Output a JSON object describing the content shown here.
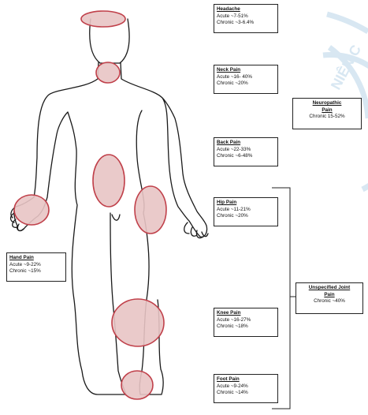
{
  "colors": {
    "outline": "#1a1a1a",
    "pain_fill": "#e8c4c4",
    "pain_stroke": "#c0404a",
    "watermark": "#d8e7f2",
    "box_border": "#222222"
  },
  "labels": {
    "headache": {
      "title": "Headache",
      "acute": "Acute ~7-51%",
      "chronic": "Chronic ~3-6.4%"
    },
    "neck": {
      "title": "Neck Pain",
      "acute": "Acute ~16- 40%",
      "chronic": "Chronic ~20%"
    },
    "back": {
      "title": "Back Pain",
      "acute": "Acute ~22-33%",
      "chronic": "Chronic ~6-48%"
    },
    "hip": {
      "title": "Hip Pain",
      "acute": "Acute ~11-21%",
      "chronic": "Chronic ~20%"
    },
    "hand": {
      "title": "Hand Pain",
      "acute": "Acute ~9-22%",
      "chronic": "Chronic ~15%"
    },
    "knee": {
      "title": "Knee Pain",
      "acute": "Acute ~16-27%",
      "chronic": "Chronic ~18%"
    },
    "foot": {
      "title": "Foot Pain",
      "acute": "Acute ~9-24%",
      "chronic": "Chronic ~14%"
    },
    "neuropathic": {
      "title_line1": "Neuropathic",
      "title_line2": "Pain",
      "value": "Chronic 15-52%"
    },
    "joint": {
      "title_line1": "Unspecified Joint",
      "title_line2": "Pain",
      "value": "Chronic ~40%"
    }
  },
  "watermark_text": "NIÊN C"
}
